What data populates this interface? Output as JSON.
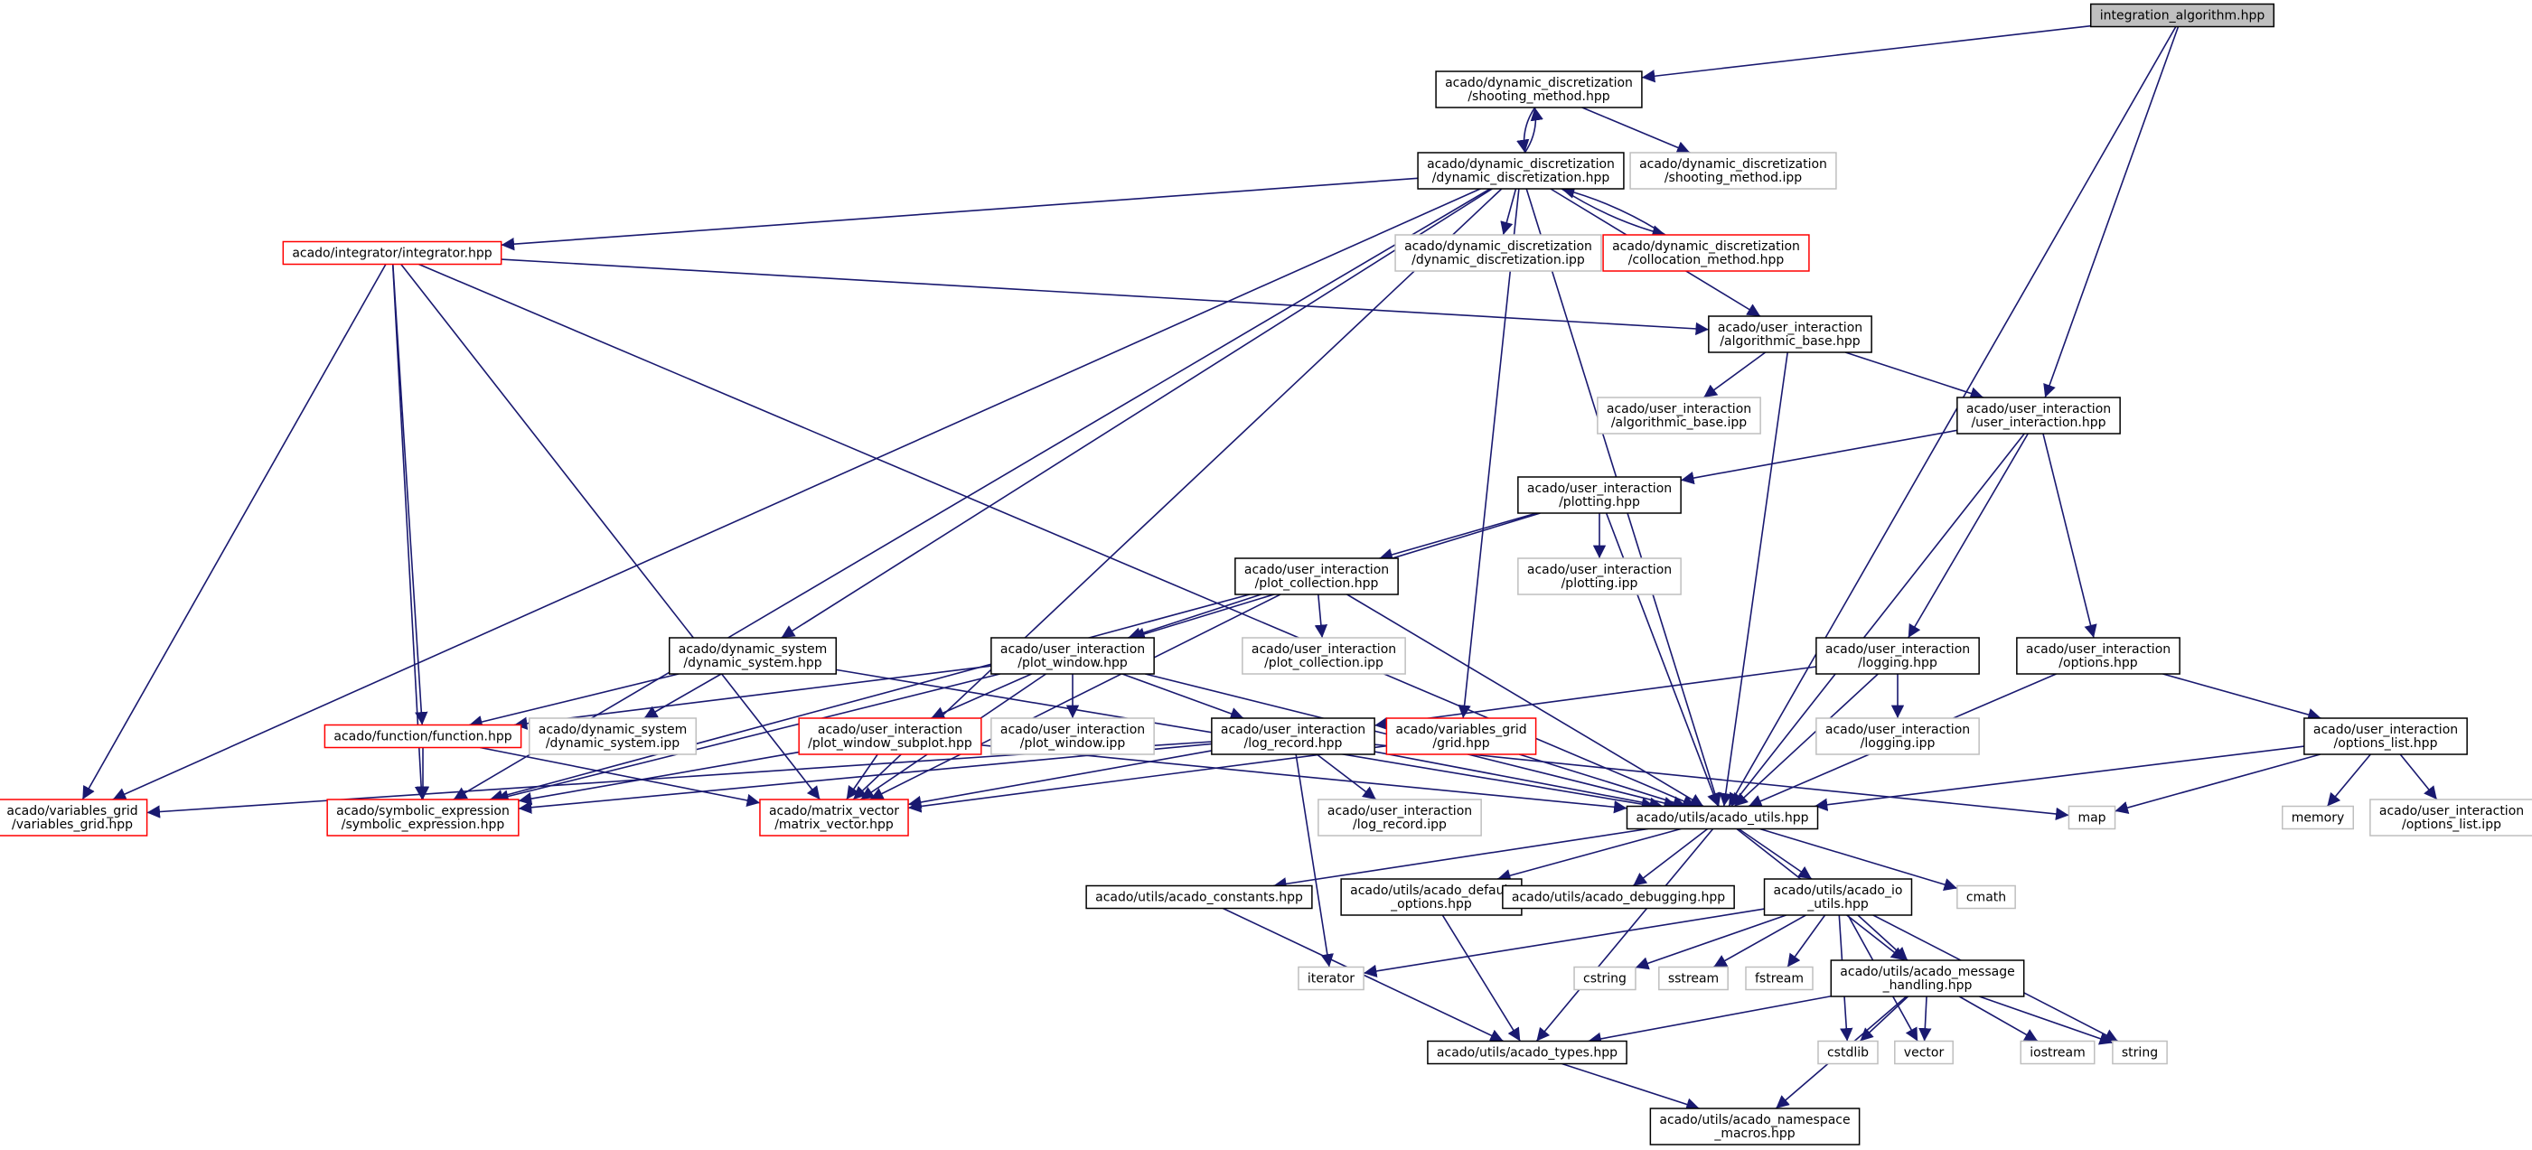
{
  "colors": {
    "edge": "#191970",
    "node_border_normal": "#000000",
    "node_border_incomplete": "#ff0000",
    "node_border_system": "#bfbfbf",
    "root_fill": "#bfbfbf",
    "node_fill": "#ffffff"
  },
  "nodes": [
    {
      "id": "root",
      "kind": "root",
      "lines": [
        "integration_algorithm.hpp"
      ]
    },
    {
      "id": "shooting_hpp",
      "kind": "normal",
      "lines": [
        "acado/dynamic_discretization",
        "/shooting_method.hpp"
      ]
    },
    {
      "id": "dyndisc_hpp",
      "kind": "normal",
      "lines": [
        "acado/dynamic_discretization",
        "/dynamic_discretization.hpp"
      ]
    },
    {
      "id": "shooting_ipp",
      "kind": "system",
      "lines": [
        "acado/dynamic_discretization",
        "/shooting_method.ipp"
      ]
    },
    {
      "id": "integrator",
      "kind": "incomplete",
      "lines": [
        "acado/integrator/integrator.hpp"
      ]
    },
    {
      "id": "dyndisc_ipp",
      "kind": "system",
      "lines": [
        "acado/dynamic_discretization",
        "/dynamic_discretization.ipp"
      ]
    },
    {
      "id": "collocation",
      "kind": "incomplete",
      "lines": [
        "acado/dynamic_discretization",
        "/collocation_method.hpp"
      ]
    },
    {
      "id": "algbase_hpp",
      "kind": "normal",
      "lines": [
        "acado/user_interaction",
        "/algorithmic_base.hpp"
      ]
    },
    {
      "id": "algbase_ipp",
      "kind": "system",
      "lines": [
        "acado/user_interaction",
        "/algorithmic_base.ipp"
      ]
    },
    {
      "id": "userint",
      "kind": "normal",
      "lines": [
        "acado/user_interaction",
        "/user_interaction.hpp"
      ]
    },
    {
      "id": "plotting_hpp",
      "kind": "normal",
      "lines": [
        "acado/user_interaction",
        "/plotting.hpp"
      ]
    },
    {
      "id": "plotting_ipp",
      "kind": "system",
      "lines": [
        "acado/user_interaction",
        "/plotting.ipp"
      ]
    },
    {
      "id": "plotcoll_hpp",
      "kind": "normal",
      "lines": [
        "acado/user_interaction",
        "/plot_collection.hpp"
      ]
    },
    {
      "id": "plotcoll_ipp",
      "kind": "system",
      "lines": [
        "acado/user_interaction",
        "/plot_collection.ipp"
      ]
    },
    {
      "id": "dynsys_hpp",
      "kind": "normal",
      "lines": [
        "acado/dynamic_system",
        "/dynamic_system.hpp"
      ]
    },
    {
      "id": "plotwin_hpp",
      "kind": "normal",
      "lines": [
        "acado/user_interaction",
        "/plot_window.hpp"
      ]
    },
    {
      "id": "logging_hpp",
      "kind": "normal",
      "lines": [
        "acado/user_interaction",
        "/logging.hpp"
      ]
    },
    {
      "id": "options_hpp",
      "kind": "normal",
      "lines": [
        "acado/user_interaction",
        "/options.hpp"
      ]
    },
    {
      "id": "function",
      "kind": "incomplete",
      "lines": [
        "acado/function/function.hpp"
      ]
    },
    {
      "id": "dynsys_ipp",
      "kind": "system",
      "lines": [
        "acado/dynamic_system",
        "/dynamic_system.ipp"
      ]
    },
    {
      "id": "subplot",
      "kind": "incomplete",
      "lines": [
        "acado/user_interaction",
        "/plot_window_subplot.hpp"
      ]
    },
    {
      "id": "plotwin_ipp",
      "kind": "system",
      "lines": [
        "acado/user_interaction",
        "/plot_window.ipp"
      ]
    },
    {
      "id": "logrec_hpp",
      "kind": "normal",
      "lines": [
        "acado/user_interaction",
        "/log_record.hpp"
      ]
    },
    {
      "id": "grid",
      "kind": "incomplete",
      "lines": [
        "acado/variables_grid",
        "/grid.hpp"
      ]
    },
    {
      "id": "logging_ipp",
      "kind": "system",
      "lines": [
        "acado/user_interaction",
        "/logging.ipp"
      ]
    },
    {
      "id": "optlist_hpp",
      "kind": "normal",
      "lines": [
        "acado/user_interaction",
        "/options_list.hpp"
      ]
    },
    {
      "id": "vargrid",
      "kind": "incomplete",
      "lines": [
        "acado/variables_grid",
        "/variables_grid.hpp"
      ]
    },
    {
      "id": "symexpr",
      "kind": "incomplete",
      "lines": [
        "acado/symbolic_expression",
        "/symbolic_expression.hpp"
      ]
    },
    {
      "id": "matvec",
      "kind": "incomplete",
      "lines": [
        "acado/matrix_vector",
        "/matrix_vector.hpp"
      ]
    },
    {
      "id": "logrec_ipp",
      "kind": "system",
      "lines": [
        "acado/user_interaction",
        "/log_record.ipp"
      ]
    },
    {
      "id": "utils",
      "kind": "normal",
      "lines": [
        "acado/utils/acado_utils.hpp"
      ]
    },
    {
      "id": "map",
      "kind": "system",
      "lines": [
        "map"
      ]
    },
    {
      "id": "memory",
      "kind": "system",
      "lines": [
        "memory"
      ]
    },
    {
      "id": "optlist_ipp",
      "kind": "system",
      "lines": [
        "acado/user_interaction",
        "/options_list.ipp"
      ]
    },
    {
      "id": "constants",
      "kind": "normal",
      "lines": [
        "acado/utils/acado_constants.hpp"
      ]
    },
    {
      "id": "defopts",
      "kind": "normal",
      "lines": [
        "acado/utils/acado_default",
        "_options.hpp"
      ]
    },
    {
      "id": "debugging",
      "kind": "normal",
      "lines": [
        "acado/utils/acado_debugging.hpp"
      ]
    },
    {
      "id": "ioutils",
      "kind": "normal",
      "lines": [
        "acado/utils/acado_io",
        "_utils.hpp"
      ]
    },
    {
      "id": "cmath",
      "kind": "system",
      "lines": [
        "cmath"
      ]
    },
    {
      "id": "iterator",
      "kind": "system",
      "lines": [
        "iterator"
      ]
    },
    {
      "id": "cstring",
      "kind": "system",
      "lines": [
        "cstring"
      ]
    },
    {
      "id": "sstream",
      "kind": "system",
      "lines": [
        "sstream"
      ]
    },
    {
      "id": "fstream",
      "kind": "system",
      "lines": [
        "fstream"
      ]
    },
    {
      "id": "msghandling",
      "kind": "normal",
      "lines": [
        "acado/utils/acado_message",
        "_handling.hpp"
      ]
    },
    {
      "id": "types",
      "kind": "normal",
      "lines": [
        "acado/utils/acado_types.hpp"
      ]
    },
    {
      "id": "cstdlib",
      "kind": "system",
      "lines": [
        "cstdlib"
      ]
    },
    {
      "id": "vector",
      "kind": "system",
      "lines": [
        "vector"
      ]
    },
    {
      "id": "iostream",
      "kind": "system",
      "lines": [
        "iostream"
      ]
    },
    {
      "id": "string",
      "kind": "system",
      "lines": [
        "string"
      ]
    },
    {
      "id": "nsmacros",
      "kind": "normal",
      "lines": [
        "acado/utils/acado_namespace",
        "_macros.hpp"
      ]
    }
  ],
  "edges": [
    [
      "root",
      "shooting_hpp"
    ],
    [
      "root",
      "userint"
    ],
    [
      "root",
      "utils"
    ],
    [
      "shooting_hpp",
      "dyndisc_hpp"
    ],
    [
      "shooting_hpp",
      "shooting_ipp"
    ],
    [
      "dyndisc_hpp",
      "shooting_hpp"
    ],
    [
      "dyndisc_hpp",
      "integrator"
    ],
    [
      "dyndisc_hpp",
      "dyndisc_ipp"
    ],
    [
      "dyndisc_hpp",
      "collocation"
    ],
    [
      "dyndisc_hpp",
      "algbase_hpp"
    ],
    [
      "dyndisc_hpp",
      "dynsys_hpp"
    ],
    [
      "dyndisc_hpp",
      "grid"
    ],
    [
      "dyndisc_hpp",
      "vargrid"
    ],
    [
      "dyndisc_hpp",
      "symexpr"
    ],
    [
      "dyndisc_hpp",
      "matvec"
    ],
    [
      "dyndisc_hpp",
      "utils"
    ],
    [
      "collocation",
      "dyndisc_hpp"
    ],
    [
      "integrator",
      "algbase_hpp"
    ],
    [
      "integrator",
      "function"
    ],
    [
      "integrator",
      "vargrid"
    ],
    [
      "integrator",
      "symexpr"
    ],
    [
      "integrator",
      "matvec"
    ],
    [
      "integrator",
      "utils"
    ],
    [
      "algbase_hpp",
      "algbase_ipp"
    ],
    [
      "algbase_hpp",
      "userint"
    ],
    [
      "algbase_hpp",
      "utils"
    ],
    [
      "userint",
      "plotting_hpp"
    ],
    [
      "userint",
      "logging_hpp"
    ],
    [
      "userint",
      "options_hpp"
    ],
    [
      "userint",
      "utils"
    ],
    [
      "plotting_hpp",
      "plotcoll_hpp"
    ],
    [
      "plotting_hpp",
      "plotting_ipp"
    ],
    [
      "plotting_hpp",
      "plotwin_hpp"
    ],
    [
      "plotting_hpp",
      "utils"
    ],
    [
      "plotcoll_hpp",
      "plotwin_hpp"
    ],
    [
      "plotcoll_hpp",
      "plotcoll_ipp"
    ],
    [
      "plotcoll_hpp",
      "symexpr"
    ],
    [
      "plotcoll_hpp",
      "matvec"
    ],
    [
      "plotcoll_hpp",
      "utils"
    ],
    [
      "dynsys_hpp",
      "function"
    ],
    [
      "dynsys_hpp",
      "dynsys_ipp"
    ],
    [
      "dynsys_hpp",
      "utils"
    ],
    [
      "plotwin_hpp",
      "function"
    ],
    [
      "plotwin_hpp",
      "subplot"
    ],
    [
      "plotwin_hpp",
      "plotwin_ipp"
    ],
    [
      "plotwin_hpp",
      "logrec_hpp"
    ],
    [
      "plotwin_hpp",
      "symexpr"
    ],
    [
      "plotwin_hpp",
      "matvec"
    ],
    [
      "plotwin_hpp",
      "utils"
    ],
    [
      "function",
      "symexpr"
    ],
    [
      "function",
      "matvec"
    ],
    [
      "subplot",
      "symexpr"
    ],
    [
      "subplot",
      "matvec"
    ],
    [
      "subplot",
      "utils"
    ],
    [
      "logging_hpp",
      "logrec_hpp"
    ],
    [
      "logging_hpp",
      "logging_ipp"
    ],
    [
      "logging_hpp",
      "utils"
    ],
    [
      "options_hpp",
      "optlist_hpp"
    ],
    [
      "options_hpp",
      "utils"
    ],
    [
      "logrec_hpp",
      "vargrid"
    ],
    [
      "logrec_hpp",
      "symexpr"
    ],
    [
      "logrec_hpp",
      "matvec"
    ],
    [
      "logrec_hpp",
      "logrec_ipp"
    ],
    [
      "logrec_hpp",
      "utils"
    ],
    [
      "logrec_hpp",
      "map"
    ],
    [
      "logrec_hpp",
      "iterator"
    ],
    [
      "grid",
      "matvec"
    ],
    [
      "grid",
      "utils"
    ],
    [
      "optlist_hpp",
      "utils"
    ],
    [
      "optlist_hpp",
      "map"
    ],
    [
      "optlist_hpp",
      "memory"
    ],
    [
      "optlist_hpp",
      "optlist_ipp"
    ],
    [
      "utils",
      "constants"
    ],
    [
      "utils",
      "defopts"
    ],
    [
      "utils",
      "debugging"
    ],
    [
      "utils",
      "ioutils"
    ],
    [
      "utils",
      "cmath"
    ],
    [
      "utils",
      "msghandling"
    ],
    [
      "utils",
      "types"
    ],
    [
      "constants",
      "types"
    ],
    [
      "defopts",
      "types"
    ],
    [
      "ioutils",
      "iterator"
    ],
    [
      "ioutils",
      "cstring"
    ],
    [
      "ioutils",
      "sstream"
    ],
    [
      "ioutils",
      "fstream"
    ],
    [
      "ioutils",
      "msghandling"
    ],
    [
      "ioutils",
      "cstdlib"
    ],
    [
      "ioutils",
      "vector"
    ],
    [
      "ioutils",
      "string"
    ],
    [
      "msghandling",
      "types"
    ],
    [
      "msghandling",
      "cstdlib"
    ],
    [
      "msghandling",
      "vector"
    ],
    [
      "msghandling",
      "iostream"
    ],
    [
      "msghandling",
      "string"
    ],
    [
      "msghandling",
      "nsmacros"
    ],
    [
      "types",
      "nsmacros"
    ]
  ]
}
